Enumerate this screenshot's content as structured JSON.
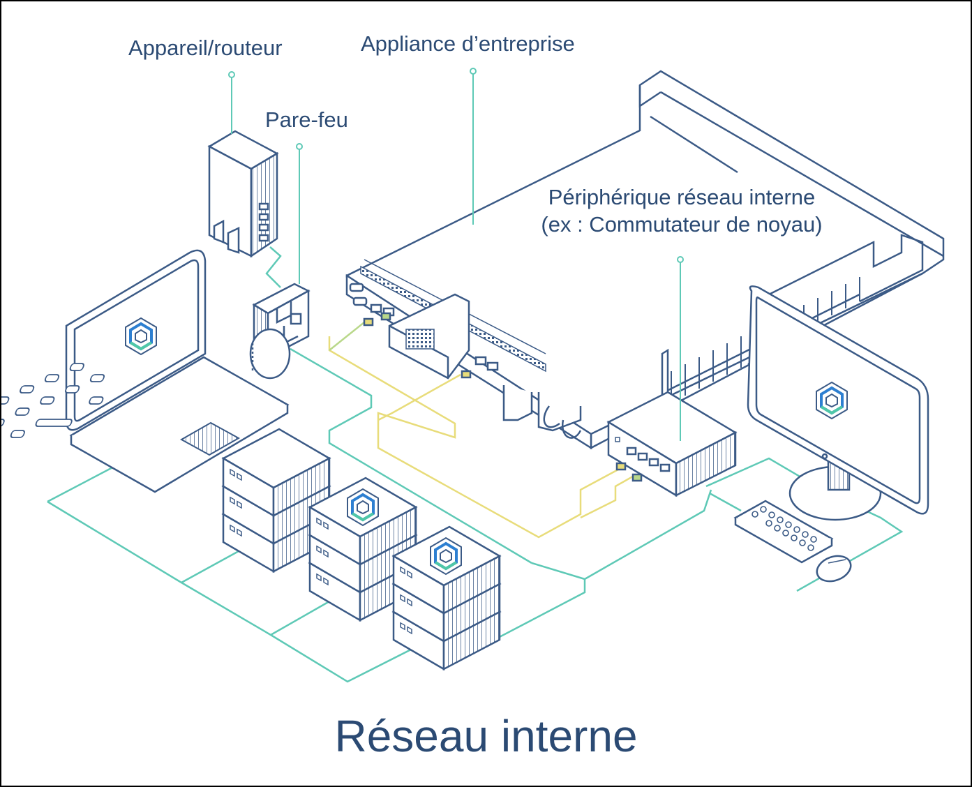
{
  "labels": {
    "router": "Appareil/routeur",
    "appliance": "Appliance d’entreprise",
    "firewall": "Pare-feu",
    "core_switch_line1": "Périphérique réseau interne",
    "core_switch_line2": "(ex : Commutateur de noyau)"
  },
  "title": "Réseau interne",
  "colors": {
    "outline": "#3b5a86",
    "cable_teal": "#5ec9b6",
    "cable_yellow": "#e8dc7a",
    "cable_green": "#b9d88a",
    "label_text": "#2b4a73",
    "logo_blue": "#2d7fd1",
    "logo_teal": "#4fc7a8"
  },
  "icons": [
    "laptop",
    "router",
    "firewall",
    "enterprise-appliance",
    "core-switch",
    "monitor",
    "keyboard",
    "mouse",
    "server-stack"
  ]
}
